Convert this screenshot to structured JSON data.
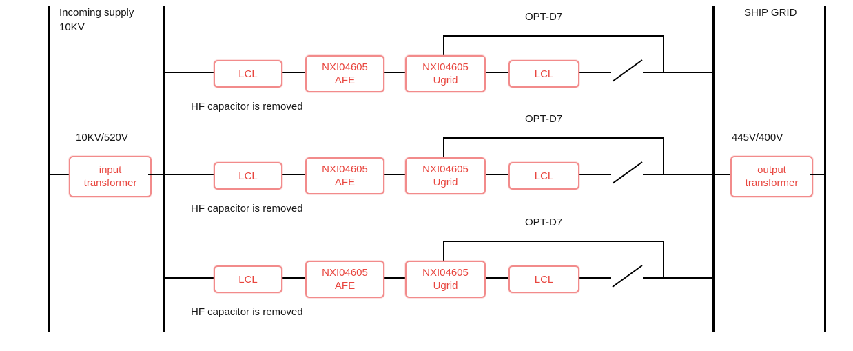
{
  "diagram": {
    "incoming_supply": {
      "line1": "Incoming supply",
      "line2": "10KV"
    },
    "ship_grid_label": "SHIP GRID",
    "input_transformer": {
      "voltage": "10KV/520V",
      "label_line1": "input",
      "label_line2": "transformer"
    },
    "output_transformer": {
      "voltage": "445V/400V",
      "label_line1": "output",
      "label_line2": "transformer"
    },
    "branches": [
      {
        "opt_label": "OPT-D7",
        "lcl_in": "LCL",
        "afe": {
          "line1": "NXI04605",
          "line2": "AFE"
        },
        "ugrid": {
          "line1": "NXI04605",
          "line2": "Ugrid"
        },
        "lcl_out": "LCL",
        "note": "HF capacitor is removed"
      },
      {
        "opt_label": "OPT-D7",
        "lcl_in": "LCL",
        "afe": {
          "line1": "NXI04605",
          "line2": "AFE"
        },
        "ugrid": {
          "line1": "NXI04605",
          "line2": "Ugrid"
        },
        "lcl_out": "LCL",
        "note": "HF capacitor is removed"
      },
      {
        "opt_label": "OPT-D7",
        "lcl_in": "LCL",
        "afe": {
          "line1": "NXI04605",
          "line2": "AFE"
        },
        "ugrid": {
          "line1": "NXI04605",
          "line2": "Ugrid"
        },
        "lcl_out": "LCL",
        "note": "HF capacitor is removed"
      }
    ],
    "colors": {
      "box_border": "#f28b8b",
      "box_text": "#e8463f",
      "wire": "#000000"
    }
  }
}
